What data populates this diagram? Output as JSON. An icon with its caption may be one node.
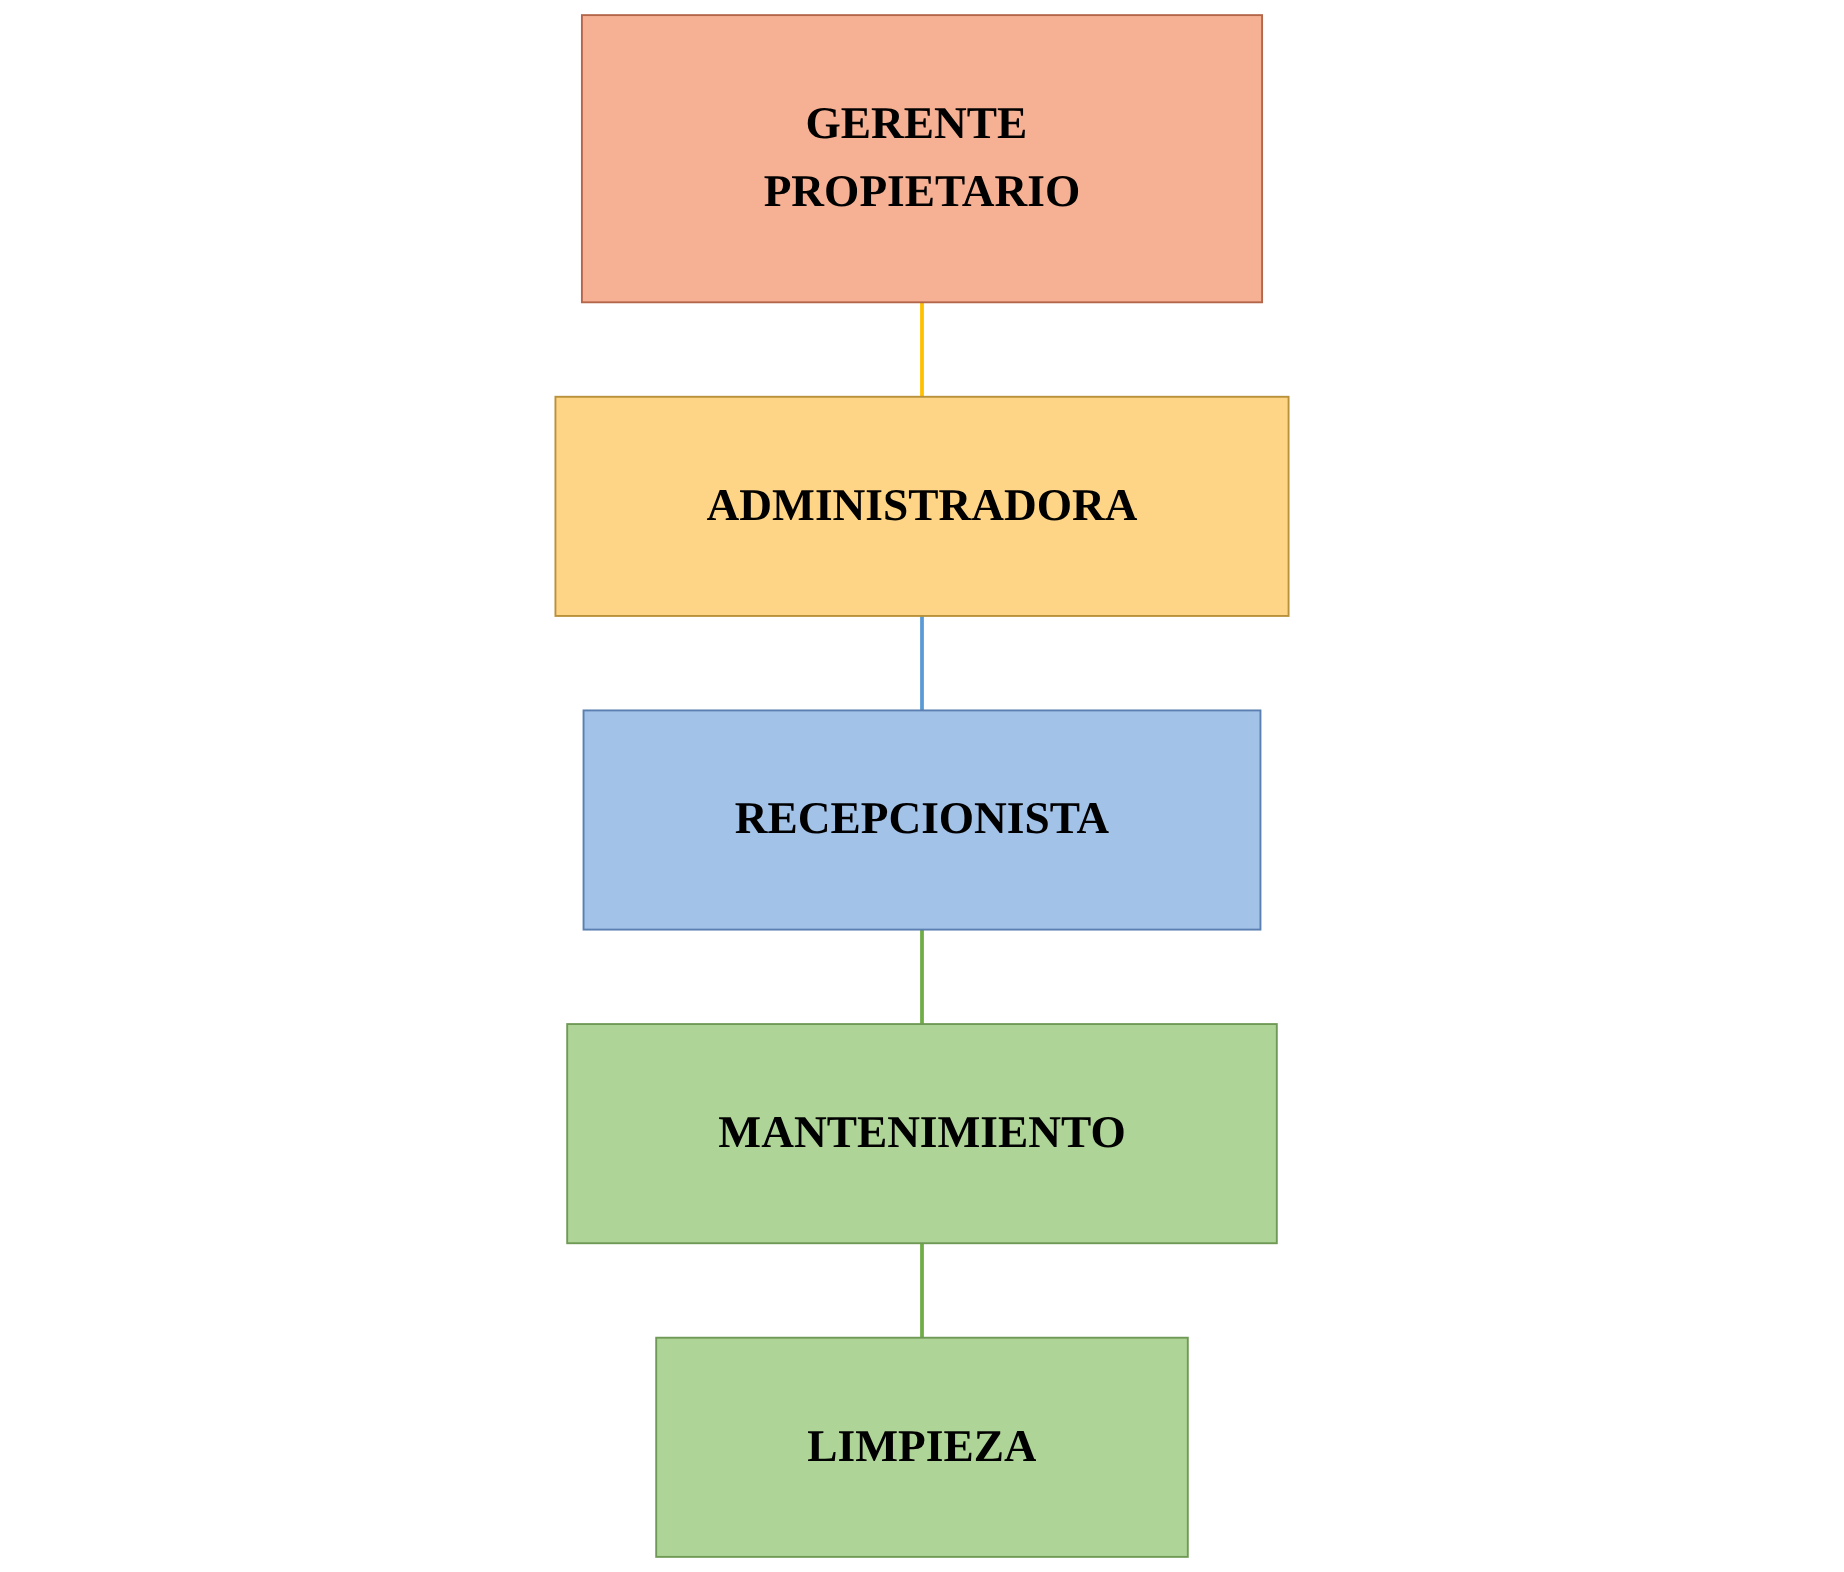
{
  "diagram": {
    "nodes": [
      {
        "text": [
          "GERENTE PROPIETARIO"
        ]
      },
      {
        "text": [
          "ADMINISTRADORA"
        ]
      },
      {
        "text": [
          "RECEPCIONISTA"
        ]
      },
      {
        "text": [
          "MANTENIMIENTO"
        ]
      },
      {
        "text": [
          "LIMPIEZA"
        ]
      }
    ],
    "edges": [
      {
        "from": 0,
        "to": 1,
        "arrow": "none",
        "color": "#ffc000"
      },
      {
        "from": 1,
        "to": 2,
        "arrow": "none",
        "color": "#5b9bd5"
      },
      {
        "from": 2,
        "to": 3,
        "arrow": "none",
        "color": "#70ad47"
      },
      {
        "from": 3,
        "to": 4,
        "arrow": "none",
        "color": "#70ad47"
      }
    ]
  }
}
